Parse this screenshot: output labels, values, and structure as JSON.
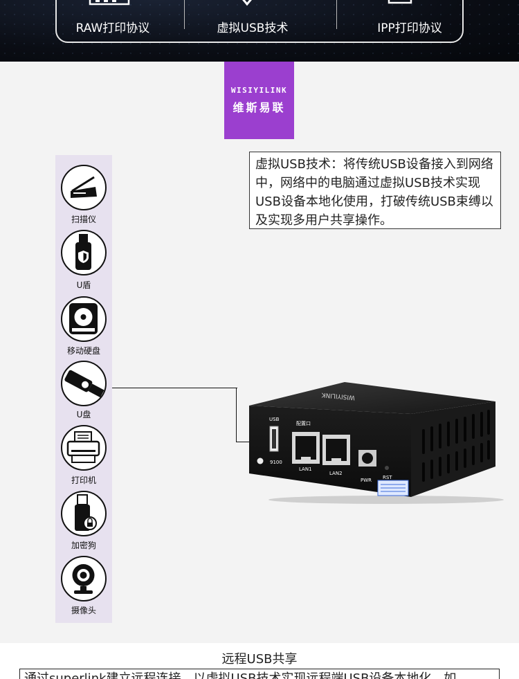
{
  "banner": {
    "protocols": [
      {
        "label": "RAW打印协议",
        "icon": "raw-printer-icon"
      },
      {
        "label": "虚拟USB技术",
        "icon": "virtual-usb-shield-icon"
      },
      {
        "label": "IPP打印协议",
        "icon": "ipp-monitor-icon"
      }
    ]
  },
  "logo": {
    "en": "WISIYILINK",
    "cn": "维斯易联",
    "color": "#9b3fcf"
  },
  "devices": [
    {
      "label": "扫描仪",
      "icon": "scanner-icon"
    },
    {
      "label": "U盾",
      "icon": "usb-key-shield-icon"
    },
    {
      "label": "移动硬盘",
      "icon": "hard-disk-icon"
    },
    {
      "label": "U盘",
      "icon": "usb-flash-drive-icon"
    },
    {
      "label": "打印机",
      "icon": "printer-icon"
    },
    {
      "label": "加密狗",
      "icon": "dongle-lock-icon"
    },
    {
      "label": "摄像头",
      "icon": "webcam-icon"
    }
  ],
  "description": "虚拟USB技术：将传统USB设备接入到网络中，网络中的电脑通过虚拟USB技术实现USB设备本地化使用，打破传统USB束缚以及实现多用户共享操作。",
  "router": {
    "brand": "WISIYILINK",
    "usb": "USB",
    "port_9100": "9100",
    "config_port": "配置口",
    "lan1": "LAN1",
    "lan2": "LAN2",
    "pwr": "PWR",
    "rst": "RST"
  },
  "bottom": {
    "title": "远程USB共享",
    "text": "通过superlink建立远程连接，以虚拟USB技术实现远程端USB设备本地化，如"
  }
}
